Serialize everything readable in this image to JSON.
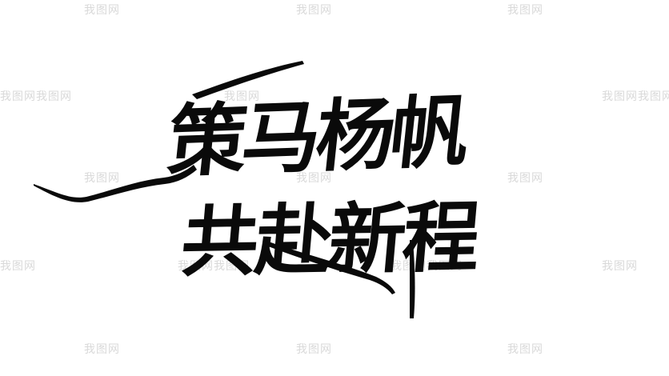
{
  "artwork": {
    "line1": "策马杨帆",
    "line2": "共赴新程",
    "ink_color": "#0a0a0a",
    "background_color": "#ffffff"
  },
  "watermarks": [
    {
      "text": "我图网"
    },
    {
      "text": "我图网"
    },
    {
      "text": "我图网"
    },
    {
      "text": "我图网我图网"
    },
    {
      "text": "我图网"
    },
    {
      "text": "我图网我图网"
    },
    {
      "text": "我图网"
    },
    {
      "text": "我图网"
    },
    {
      "text": "我图网"
    },
    {
      "text": "我图网"
    },
    {
      "text": "我图网"
    },
    {
      "text": "我图网我图网"
    },
    {
      "text": "我图网我图网"
    },
    {
      "text": "我图网"
    },
    {
      "text": "我图网"
    },
    {
      "text": "我图网"
    },
    {
      "text": "我图网"
    }
  ]
}
